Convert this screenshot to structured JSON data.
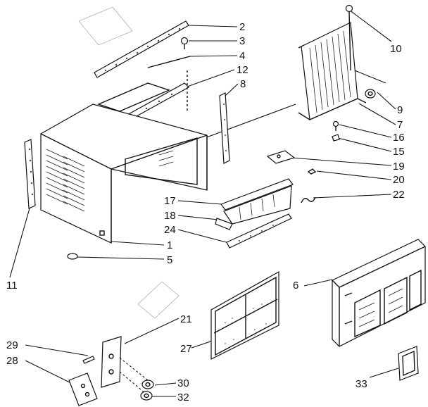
{
  "callouts": [
    {
      "id": "2",
      "label": "2"
    },
    {
      "id": "3",
      "label": "3"
    },
    {
      "id": "4",
      "label": "4"
    },
    {
      "id": "12",
      "label": "12"
    },
    {
      "id": "8",
      "label": "8"
    },
    {
      "id": "10",
      "label": "10"
    },
    {
      "id": "9",
      "label": "9"
    },
    {
      "id": "7",
      "label": "7"
    },
    {
      "id": "16",
      "label": "16"
    },
    {
      "id": "15",
      "label": "15"
    },
    {
      "id": "19",
      "label": "19"
    },
    {
      "id": "20",
      "label": "20"
    },
    {
      "id": "22",
      "label": "22"
    },
    {
      "id": "17",
      "label": "17"
    },
    {
      "id": "18",
      "label": "18"
    },
    {
      "id": "24",
      "label": "24"
    },
    {
      "id": "1",
      "label": "1"
    },
    {
      "id": "5",
      "label": "5"
    },
    {
      "id": "11",
      "label": "11"
    },
    {
      "id": "21",
      "label": "21"
    },
    {
      "id": "27",
      "label": "27"
    },
    {
      "id": "6",
      "label": "6"
    },
    {
      "id": "29",
      "label": "29"
    },
    {
      "id": "28",
      "label": "28"
    },
    {
      "id": "30",
      "label": "30"
    },
    {
      "id": "32",
      "label": "32"
    },
    {
      "id": "33",
      "label": "33"
    }
  ]
}
